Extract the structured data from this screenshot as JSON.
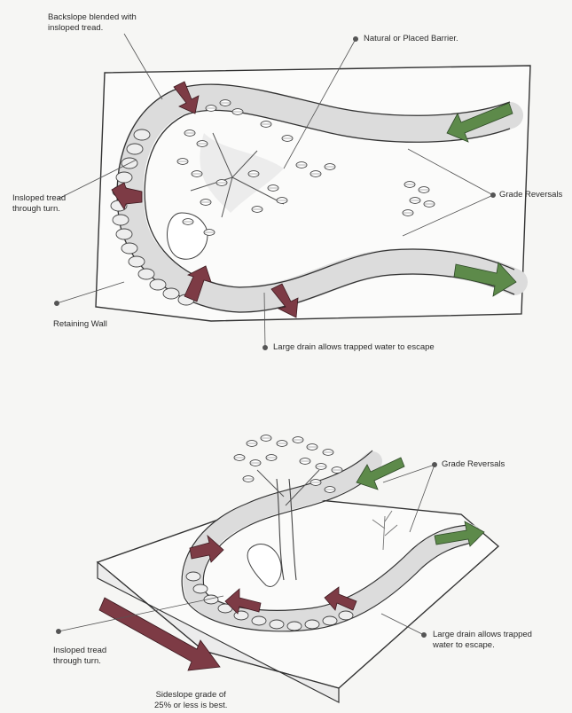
{
  "top_diagram": {
    "labels": {
      "backslope": "Backslope blended with\ninsloped tread.",
      "barrier": "Natural or Placed Barrier.",
      "grade_reversals": "Grade Reversals",
      "insloped": "Insloped tread\nthrough turn.",
      "retaining_wall": "Retaining Wall",
      "large_drain": "Large drain allows trapped water to escape"
    }
  },
  "bottom_diagram": {
    "labels": {
      "grade_reversals": "Grade Reversals",
      "large_drain": "Large drain allows trapped\nwater to escape.",
      "insloped": "Insloped tread\nthrough turn.",
      "sideslope": "Sideslope grade of\n25% or less is best."
    }
  },
  "colors": {
    "arrow_green": "#5d8a4a",
    "arrow_maroon": "#7d3b45",
    "line": "#333333",
    "leader_dot": "#555555"
  }
}
